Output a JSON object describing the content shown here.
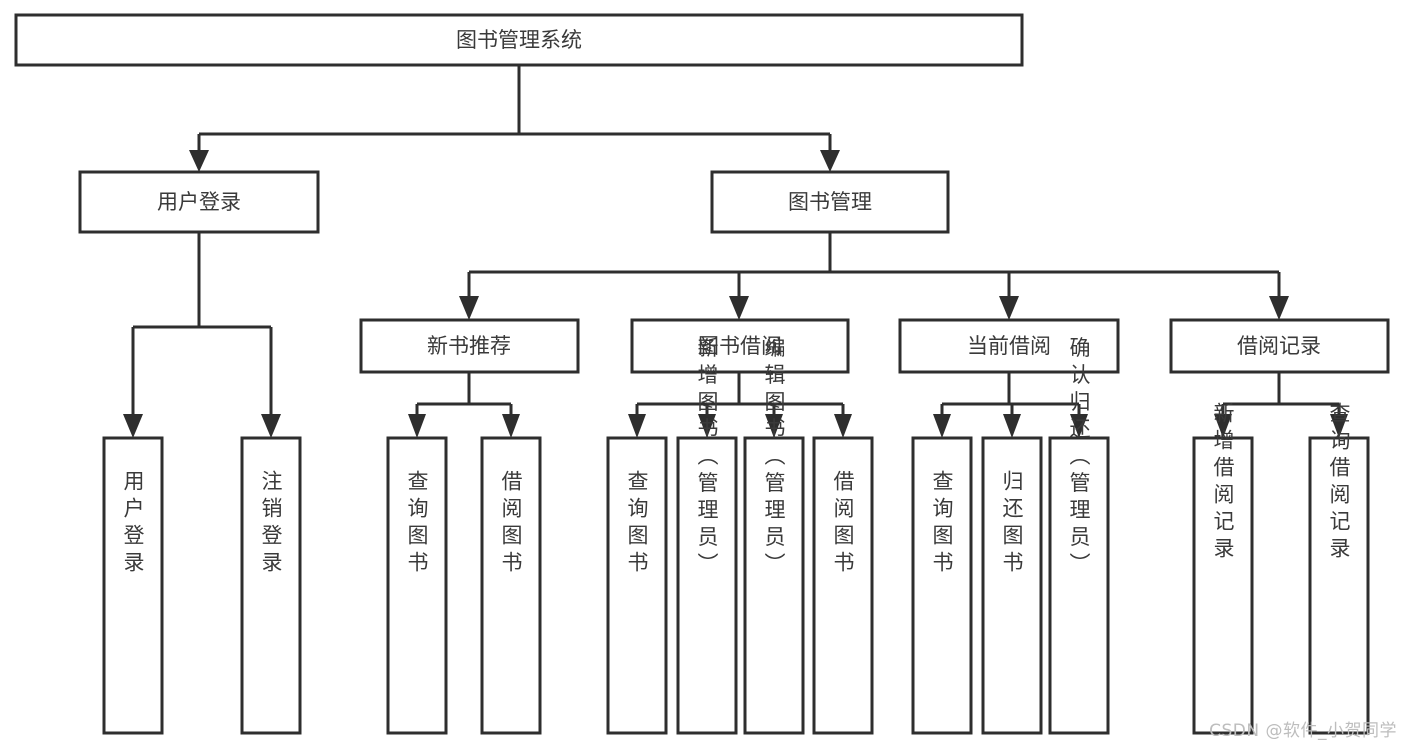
{
  "diagram": {
    "type": "tree",
    "title": "图书管理系统",
    "watermark": "CSDN @软件_小贺同学",
    "colors": {
      "box_stroke": "#2e2e2e",
      "box_fill": "#ffffff",
      "text": "#3a3a3a",
      "background": "#ffffff",
      "watermark": "#bdbdbd"
    },
    "levels": {
      "root": "图书管理系统",
      "level2": [
        "用户登录",
        "图书管理"
      ],
      "level3": [
        "新书推荐",
        "图书借阅",
        "当前借阅",
        "借阅记录"
      ],
      "level4": [
        "用户登录",
        "注销登录",
        "查询图书",
        "借阅图书",
        "查询图书",
        "新增图书（管理员）",
        "编辑图书（管理员）",
        "借阅图书",
        "查询图书",
        "归还图书",
        "确认归还（管理员）",
        "新增借阅记录",
        "查询借阅记录"
      ]
    },
    "nodes": {
      "root": {
        "label": "图书管理系统"
      },
      "user_login": {
        "label": "用户登录"
      },
      "book_manage": {
        "label": "图书管理"
      },
      "new_book_rec": {
        "label": "新书推荐"
      },
      "book_borrow": {
        "label": "图书借阅"
      },
      "current_borrow": {
        "label": "当前借阅"
      },
      "borrow_record": {
        "label": "借阅记录"
      },
      "leaf_user_login": {
        "label": "用户登录"
      },
      "leaf_logout": {
        "label": "注销登录"
      },
      "leaf_query_book_1": {
        "label": "查询图书"
      },
      "leaf_borrow_book_1": {
        "label": "借阅图书"
      },
      "leaf_query_book_2": {
        "label": "查询图书"
      },
      "leaf_add_book": {
        "label": "新增图书（管理员）"
      },
      "leaf_edit_book": {
        "label": "编辑图书（管理员）"
      },
      "leaf_borrow_book_2": {
        "label": "借阅图书"
      },
      "leaf_query_book_3": {
        "label": "查询图书"
      },
      "leaf_return_book": {
        "label": "归还图书"
      },
      "leaf_confirm_return": {
        "label": "确认归还（管理员）"
      },
      "leaf_add_record": {
        "label": "新增借阅记录"
      },
      "leaf_query_record": {
        "label": "查询借阅记录"
      }
    },
    "edges": [
      {
        "from": "root",
        "to": "user_login"
      },
      {
        "from": "root",
        "to": "book_manage"
      },
      {
        "from": "user_login",
        "to": "leaf_user_login"
      },
      {
        "from": "user_login",
        "to": "leaf_logout"
      },
      {
        "from": "book_manage",
        "to": "new_book_rec"
      },
      {
        "from": "book_manage",
        "to": "book_borrow"
      },
      {
        "from": "book_manage",
        "to": "current_borrow"
      },
      {
        "from": "book_manage",
        "to": "borrow_record"
      },
      {
        "from": "new_book_rec",
        "to": "leaf_query_book_1"
      },
      {
        "from": "new_book_rec",
        "to": "leaf_borrow_book_1"
      },
      {
        "from": "book_borrow",
        "to": "leaf_query_book_2"
      },
      {
        "from": "book_borrow",
        "to": "leaf_add_book"
      },
      {
        "from": "book_borrow",
        "to": "leaf_edit_book"
      },
      {
        "from": "book_borrow",
        "to": "leaf_borrow_book_2"
      },
      {
        "from": "current_borrow",
        "to": "leaf_query_book_3"
      },
      {
        "from": "current_borrow",
        "to": "leaf_return_book"
      },
      {
        "from": "current_borrow",
        "to": "leaf_confirm_return"
      },
      {
        "from": "borrow_record",
        "to": "leaf_add_record"
      },
      {
        "from": "borrow_record",
        "to": "leaf_query_record"
      }
    ]
  }
}
